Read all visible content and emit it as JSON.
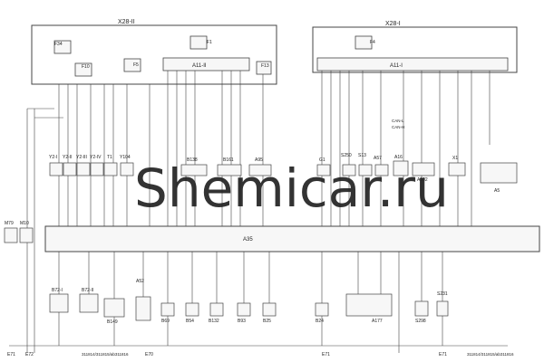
{
  "watermark": "Shemicar.ru",
  "top_blocks": {
    "left_title": "X28-II",
    "right_title": "X28-I"
  },
  "fuses": {
    "f34": "F34",
    "f10": "F10",
    "f1": "F1",
    "f5": "F5",
    "f13": "F13",
    "f4": "F4",
    "a11_ii": "A11-II",
    "a11_i": "A11-I"
  },
  "components_top": [
    "Y2-I",
    "Y2-II",
    "Y2-III",
    "Y2-IV",
    "T1",
    "Y104",
    "B138",
    "B161",
    "A95",
    "G1",
    "S250",
    "S13",
    "A57",
    "A16",
    "A102",
    "X1",
    "A5"
  ],
  "main_bus": "A35",
  "components_bottom": [
    "M79",
    "M10",
    "B72-I",
    "B72-II",
    "B149",
    "A52",
    "B69",
    "B54",
    "B132",
    "B93",
    "B25",
    "B24",
    "A177",
    "S298",
    "S231"
  ],
  "grounds": [
    "E71",
    "E72",
    "E70",
    "E71",
    "E71"
  ],
  "footer_refs": [
    "311814/311815/ab311816",
    "311814/311815/ab311816"
  ],
  "bus_labels": [
    "CAN-L",
    "CAN-H"
  ],
  "legend_colors": {
    "line": "#444444",
    "box_fill": "#f7f7f7",
    "watermark": "#1a1a1a"
  }
}
